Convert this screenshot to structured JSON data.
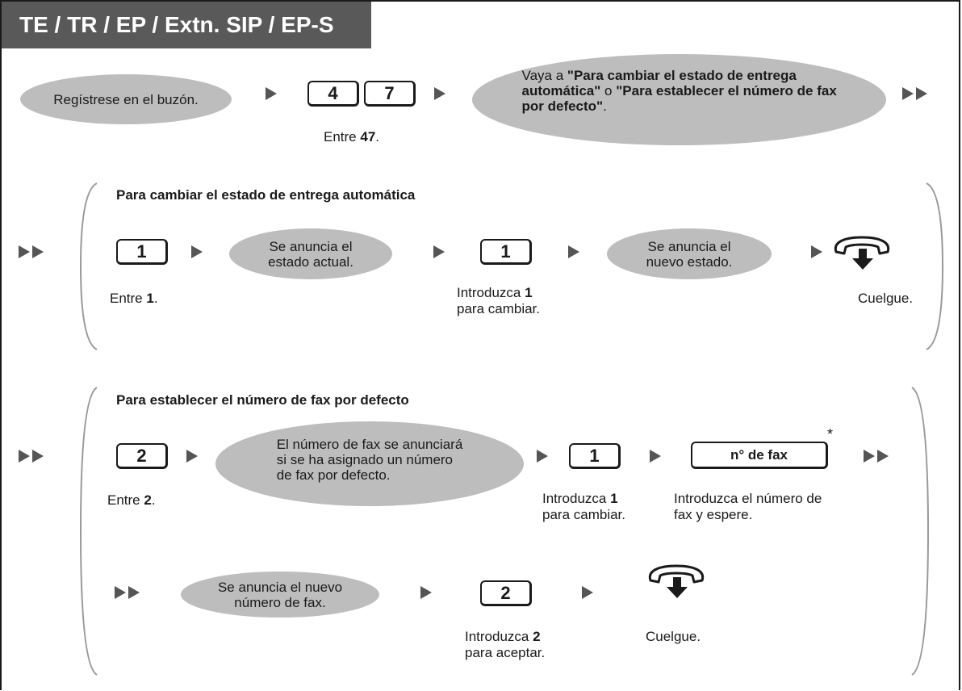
{
  "title": "TE / TR / EP / Extn. SIP / EP-S",
  "top_row": {
    "login_oval": "Regístrese en el buzón.",
    "keys": [
      "4",
      "7"
    ],
    "keys_caption_prefix": "Entre ",
    "keys_caption_bold": "47",
    "keys_caption_suffix": ".",
    "goto_oval_part1": "Vaya a ",
    "goto_oval_bold1": "\"Para cambiar el estado de entrega automática\"",
    "goto_oval_part2": " o ",
    "goto_oval_bold2": "\"Para establecer el número de fax por defecto\"",
    "goto_oval_part3": "."
  },
  "section1": {
    "heading": "Para cambiar el estado de entrega automática",
    "key1": "1",
    "key1_caption_prefix": "Entre ",
    "key1_caption_bold": "1",
    "key1_caption_suffix": ".",
    "oval1": "Se anuncia el\nestado actual.",
    "key2": "1",
    "key2_caption_line1_prefix": "Introduzca ",
    "key2_caption_line1_bold": "1",
    "key2_caption_line2": "para cambiar.",
    "oval2": "Se anuncia el\nnuevo estado.",
    "hangup_caption": "Cuelgue."
  },
  "section2": {
    "heading": "Para establecer el número de fax por defecto",
    "key1": "2",
    "key1_caption_prefix": "Entre ",
    "key1_caption_bold": "2",
    "key1_caption_suffix": ".",
    "oval1": "El número de fax se anunciará\nsi se ha asignado un número\nde fax por defecto.",
    "key2": "1",
    "key2_caption_line1_prefix": "Introduzca ",
    "key2_caption_line1_bold": "1",
    "key2_caption_line2": "para cambiar.",
    "fax_key": "n° de fax",
    "fax_asterisk": "*",
    "fax_caption_line1": "Introduzca el número de",
    "fax_caption_line2": "fax y espere.",
    "oval2": "Se anuncia el nuevo\nnúmero de fax.",
    "key3": "2",
    "key3_caption_line1_prefix": "Introduzca ",
    "key3_caption_line1_bold": "2",
    "key3_caption_line2": "para aceptar.",
    "hangup_caption": "Cuelgue."
  },
  "colors": {
    "title_bg": "#595959",
    "oval": "#bdbdbd",
    "arrow": "#555555"
  }
}
